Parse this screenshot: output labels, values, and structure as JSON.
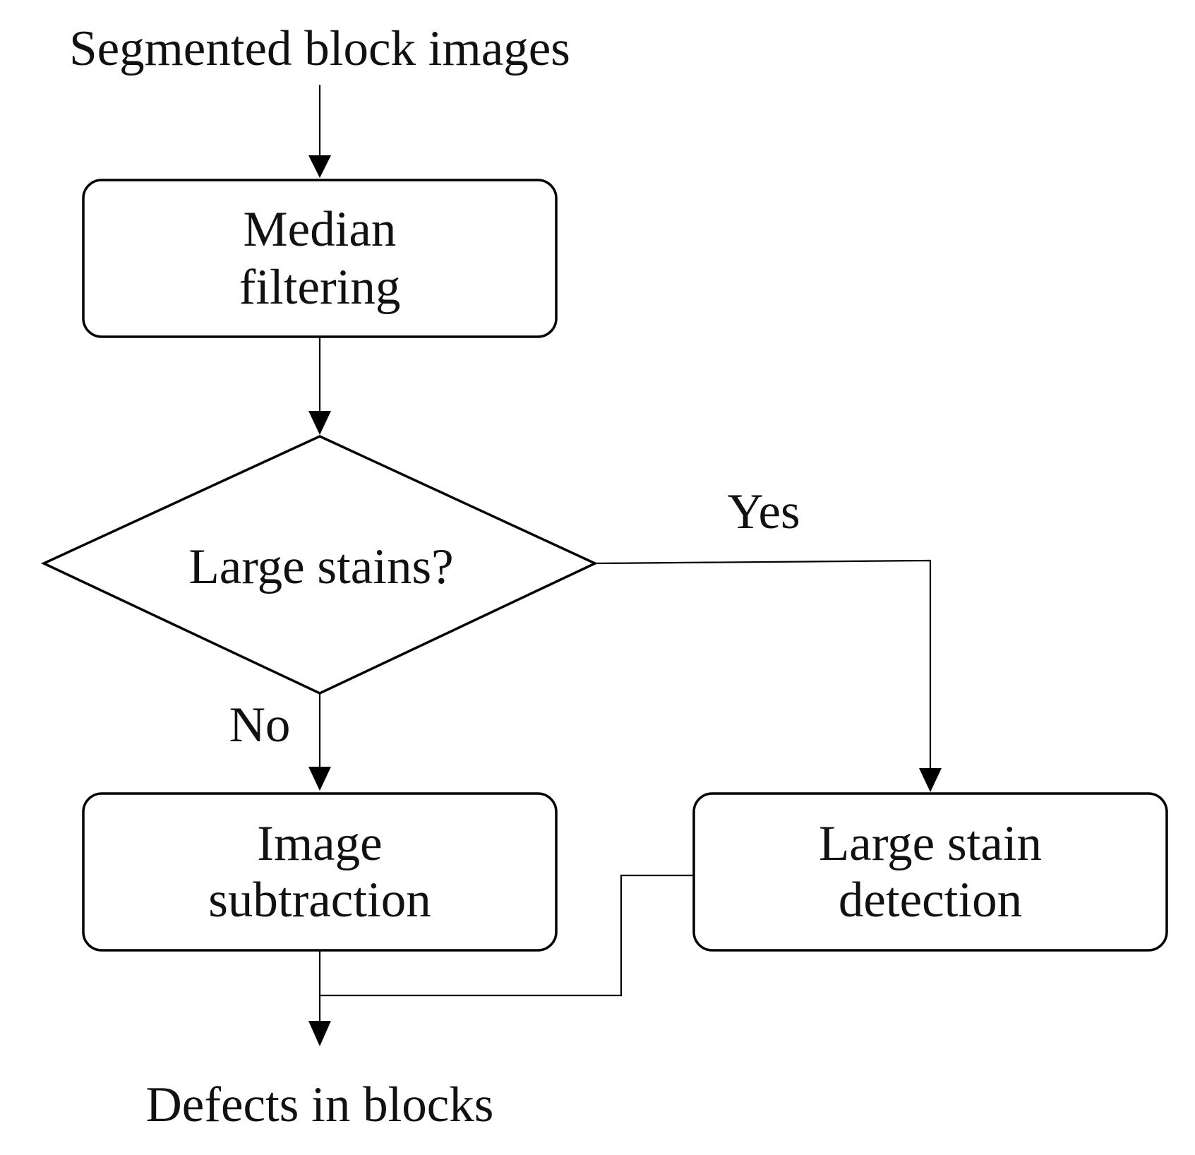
{
  "diagram": {
    "input_label": "Segmented block images",
    "output_label": "Defects in blocks",
    "median_filtering": {
      "line1": "Median",
      "line2": "filtering"
    },
    "decision": {
      "label": "Large stains?",
      "yes_label": "Yes",
      "no_label": "No"
    },
    "image_subtraction": {
      "line1": "Image",
      "line2": "subtraction"
    },
    "large_stain_detection": {
      "line1": "Large stain",
      "line2": "detection"
    }
  }
}
